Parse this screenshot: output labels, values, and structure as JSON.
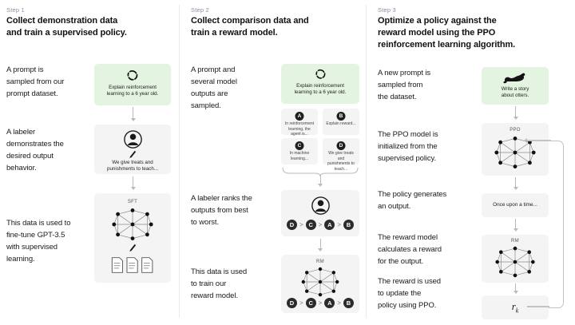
{
  "meta": {
    "accent_green": "#e3f4e0",
    "panel_gray": "#f4f4f4",
    "line_gray": "#b9b9b9"
  },
  "columns": [
    {
      "step_label": "Step 1",
      "title": "Collect demonstration data\nand train a supervised policy.",
      "title_line1": "Collect demonstration data",
      "title_line2": "and train a supervised policy.",
      "descriptions": [
        "A prompt is\nsampled from our\nprompt dataset.",
        "A labeler\ndemonstrates the\ndesired output\nbehavior.",
        "This data is used to\nfine-tune GPT-3.5\nwith supervised\nlearning."
      ],
      "prompt_box": {
        "icon": "recycle-arrows-icon",
        "caption": "Explain reinforcement\nlearning to a 6 year old."
      },
      "labeler_box": {
        "icon": "person-avatar-icon",
        "pencil_icon": "pencil-icon",
        "caption": "We give treats and\npunishments to teach..."
      },
      "sft_box": {
        "tag": "SFT",
        "icon": "neural-network-icon",
        "pencil_icon": "pencil-icon",
        "docs_icon": "documents-icon"
      }
    },
    {
      "step_label": "Step 2",
      "title_line1": "Collect comparison data and",
      "title_line2": "train a reward model.",
      "descriptions": [
        "A prompt and\nseveral model\noutputs are\nsampled.",
        "A labeler ranks the\noutputs from best\nto worst.",
        "This data is used\nto train our\nreward model."
      ],
      "prompt_box": {
        "icon": "recycle-arrows-icon",
        "caption": "Explain reinforcement\nlearning to a 6 year old."
      },
      "options": [
        {
          "badge": "A",
          "text": "In reinforcement\nlearning, the\nagent is..."
        },
        {
          "badge": "B",
          "text": "Explain reward..."
        },
        {
          "badge": "C",
          "text": "In machine\nlearning..."
        },
        {
          "badge": "D",
          "text": "We give treats and\npunishments to\nteach..."
        }
      ],
      "ranking_box": {
        "icon": "person-avatar-icon",
        "ranking": [
          "D",
          "C",
          "A",
          "B"
        ],
        "separator": ">"
      },
      "rm_box": {
        "tag": "RM",
        "icon": "neural-network-icon",
        "ranking": [
          "D",
          "C",
          "A",
          "B"
        ],
        "separator": ">"
      }
    },
    {
      "step_label": "Step 3",
      "title_line1": "Optimize a policy against the",
      "title_line2": "reward model using the PPO",
      "title_line3": "reinforcement learning algorithm.",
      "descriptions": [
        "A new prompt is\nsampled from\nthe dataset.",
        "The PPO model is\ninitialized from the\nsupervised policy.",
        "The policy generates\nan output.",
        "The reward model\ncalculates a reward\nfor the output.",
        "The reward is used\nto update the\npolicy using PPO."
      ],
      "prompt_box": {
        "icon": "otter-icon",
        "caption": "Write a story\nabout otters."
      },
      "ppo_box": {
        "tag": "PPO",
        "icon": "neural-network-icon"
      },
      "output_box": {
        "text": "Once upon a time..."
      },
      "rm_box": {
        "tag": "RM",
        "icon": "neural-network-icon"
      },
      "reward_box": {
        "symbol": "r",
        "subscript": "k"
      }
    }
  ]
}
